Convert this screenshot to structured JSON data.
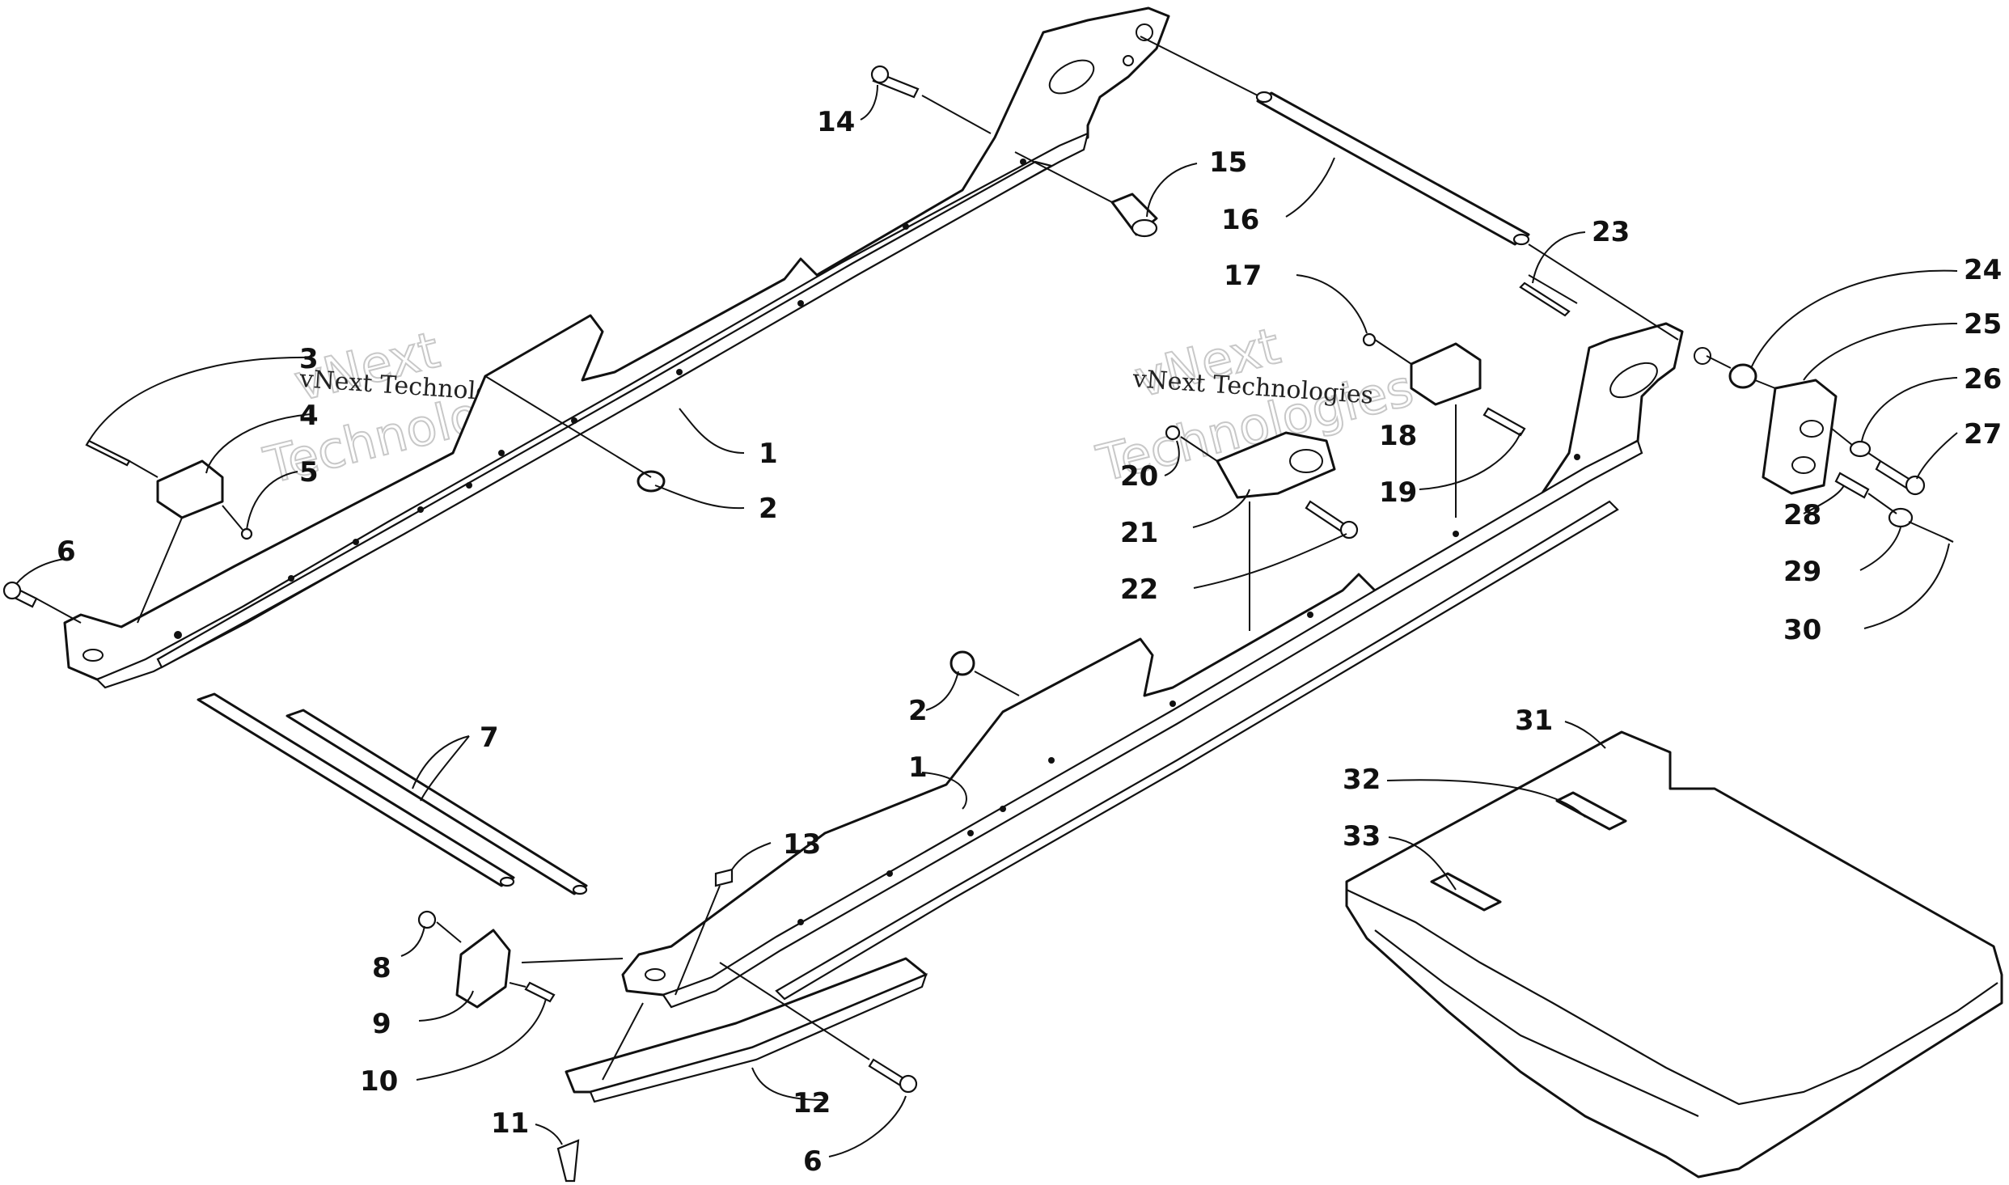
{
  "watermark": {
    "brand": "vNext Technologies",
    "outline_top": "vNext",
    "outline_bottom": "Technologies"
  },
  "colors": {
    "line": "#111111",
    "background": "#ffffff",
    "watermark": "#c8c8c8"
  },
  "callouts": {
    "c1a": "1",
    "c1b": "1",
    "c2a": "2",
    "c2b": "2",
    "c3": "3",
    "c4": "4",
    "c5": "5",
    "c6a": "6",
    "c6b": "6",
    "c7": "7",
    "c8": "8",
    "c9": "9",
    "c10": "10",
    "c11": "11",
    "c12": "12",
    "c13": "13",
    "c14": "14",
    "c15": "15",
    "c16": "16",
    "c17": "17",
    "c18": "18",
    "c19": "19",
    "c20": "20",
    "c21": "21",
    "c22": "22",
    "c23": "23",
    "c24": "24",
    "c25": "25",
    "c26": "26",
    "c27": "27",
    "c28": "28",
    "c29": "29",
    "c30": "30",
    "c31": "31",
    "c32": "32",
    "c33": "33"
  }
}
